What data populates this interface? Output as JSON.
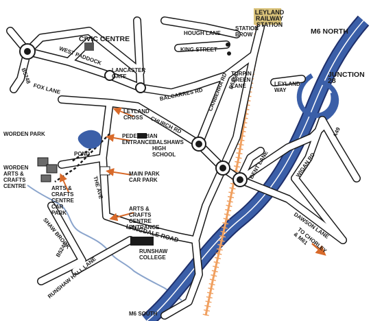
{
  "map": {
    "colors": {
      "road_fill": "#ffffff",
      "road_edge": "#1a1a1a",
      "motorway": "#3b5fa8",
      "motorway_edge": "#1e2f6b",
      "railway": "#f0a060",
      "brook": "#8aa4cc",
      "pond": "#3b5fa8",
      "building": "#555555",
      "arrow": "#d86a2a",
      "station_box": "#d9c27a"
    },
    "labels": {
      "civic_centre": "CIVIC CENTRE",
      "leyland_railway_station": "LEYLAND RAILWAY STATION",
      "m6_north": "M6 NORTH",
      "hough_lane": "HOUGH LANE",
      "station_brow": "STATION BROW",
      "king_street": "KING STREET",
      "west_paddock": "WEST PADDOCK",
      "lancaster_gate": "LANCASTER GATE",
      "b5248": "B5248",
      "turpin_green_lane": "TURPIN GREEN LANE",
      "leyland_way": "LEYLAND WAY",
      "junction_28": "JUNCTION 28",
      "fox_lane": "FOX LANE",
      "balcarres_rd": "BALCARRES RD",
      "canberra_rd": "CANBERRA RD",
      "b5256": "B5256",
      "leyland_cross": "LEYLAND CROSS",
      "church_rd": "CHURCH RD",
      "worden_park": "WORDEN PARK",
      "pedestrian_entrance": "PEDESTRIAN ENTRANCE",
      "balshaws_high_school": "BALSHAWS HIGH SCHOOL",
      "pond": "POND",
      "a49": "A49",
      "worden_arts_crafts_centre": "WORDEN ARTS & CRAFTS CENTRE",
      "main_park_car_park": "MAIN PARK CAR PARK",
      "bent_lane": "BENT LANE",
      "wigan_rd": "WIGAN RD",
      "arts_crafts_centre_car_park": "ARTS & CRAFTS CENTRE CAR PARK",
      "the_ave": "THE AVE",
      "shaw_brook": "SHAW BROOK",
      "arts_crafts_centre_entrance": "ARTS & CRAFTS CENTRE ENTRANCE",
      "dawson_lane": "DAWSON LANE",
      "to_chorley_m61": "TO CHORLEY & M61",
      "langdale_road": "LANGDALE ROAD",
      "runshaw_college": "RUNSHAW COLLEGE",
      "b5243": "B5243",
      "runshaw_hall_lane": "RUNSHAW HALL LANE",
      "m6_south": "M6 SOUTH"
    }
  }
}
